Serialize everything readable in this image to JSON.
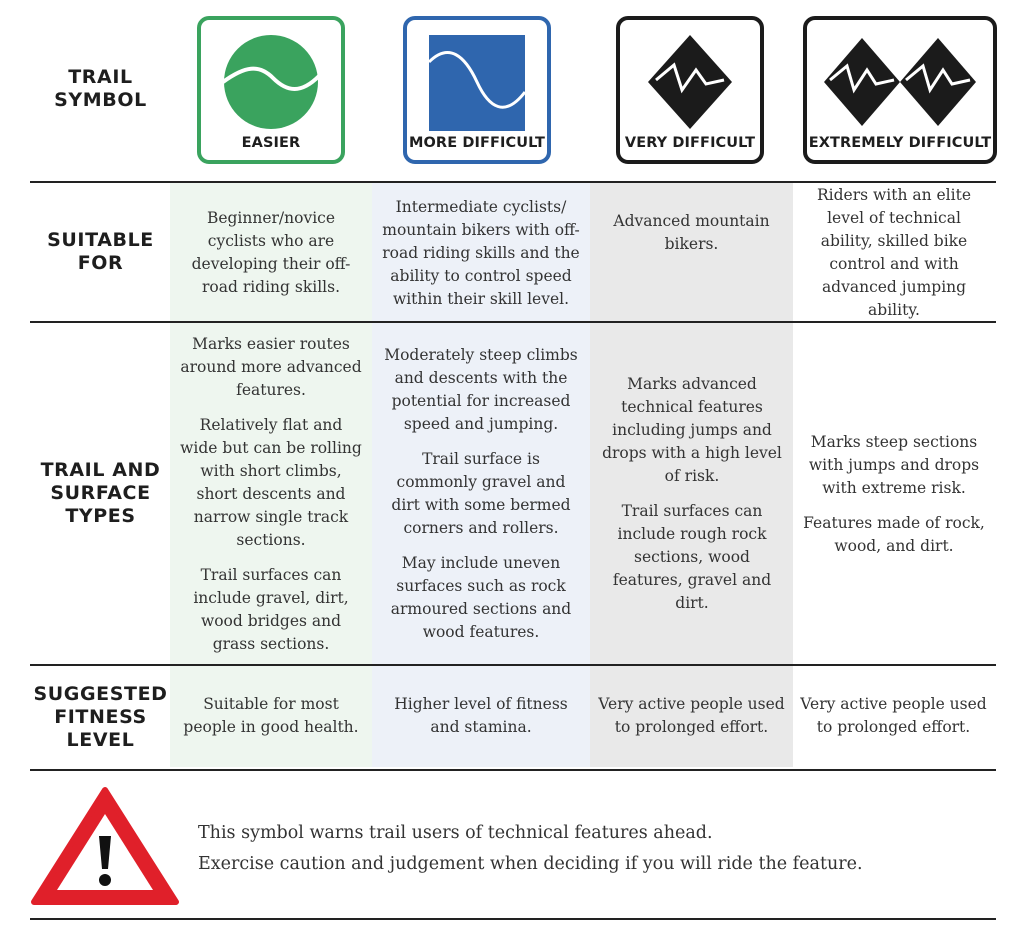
{
  "headers": {
    "trail_symbol": [
      "TRAIL",
      "SYMBOL"
    ],
    "suitable_for": [
      "SUITABLE",
      "FOR"
    ],
    "trail_surface": [
      "TRAIL AND",
      "SURFACE",
      "TYPES"
    ],
    "fitness": [
      "SUGGESTED",
      "FITNESS",
      "LEVEL"
    ]
  },
  "levels": [
    {
      "label": "EASIER",
      "icon": "green-circle-icon",
      "color": "#3aa35e",
      "bg": "#eef6ef",
      "suitable": "Beginner/novice cyclists who are developing their off-road riding skills.",
      "surface": [
        "Marks easier routes around more advanced features.",
        "Relatively flat and wide but can be rolling with short climbs, short descents and narrow single track sections.",
        "Trail surfaces can include gravel, dirt, wood bridges and grass sections."
      ],
      "fitness": "Suitable for most people in good health."
    },
    {
      "label": "MORE DIFFICULT",
      "icon": "blue-square-icon",
      "color": "#2f66ae",
      "bg": "#edf1f8",
      "suitable": "Intermediate cyclists/ mountain bikers with off-road riding skills and the ability to control speed within their skill level.",
      "surface": [
        "Moderately steep climbs and descents with the potential for increased speed and jumping.",
        "Trail surface is commonly gravel and dirt with some bermed corners and rollers.",
        "May include uneven surfaces such as rock armoured sections and wood features."
      ],
      "fitness": "Higher level of fitness and stamina."
    },
    {
      "label": "VERY DIFFICULT",
      "icon": "black-diamond-icon",
      "color": "#1b1b1b",
      "bg": "#e9e9e9",
      "suitable": "Advanced mountain bikers.",
      "surface": [
        "Marks advanced technical features including jumps and drops with a high level of risk.",
        "Trail surfaces can include rough rock sections, wood features, gravel and dirt."
      ],
      "fitness": "Very active people used to prolonged effort."
    },
    {
      "label": "EXTREMELY DIFFICULT",
      "icon": "double-black-diamond-icon",
      "color": "#1b1b1b",
      "bg": "#ffffff",
      "suitable": "Riders with an elite level of technical ability, skilled bike control and with advanced jumping ability.",
      "surface": [
        "Marks steep sections with jumps and drops with extreme risk.",
        "Features made of rock, wood, and dirt."
      ],
      "fitness": "Very active people used to prolonged effort."
    }
  ],
  "warning": {
    "icon": "warning-triangle-icon",
    "lines": [
      "This symbol warns trail users of technical features ahead.",
      "Exercise caution and judgement when deciding if you will ride the feature."
    ]
  }
}
